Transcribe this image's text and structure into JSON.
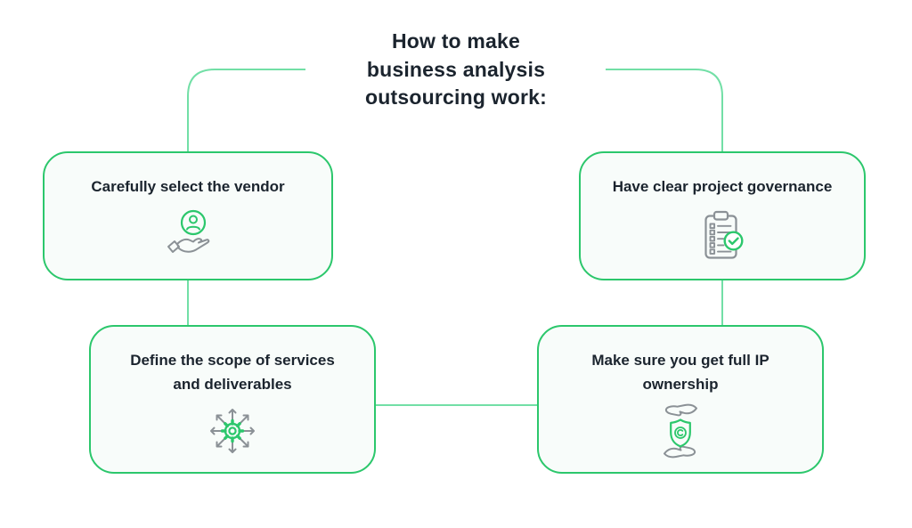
{
  "title": {
    "full": "How to make business analysis outsourcing work:",
    "lines": [
      "How to make",
      "business analysis",
      "outsourcing work:"
    ]
  },
  "colors": {
    "accent_green": "#2cc76c",
    "connector_green": "#72dfa6",
    "icon_gray": "#8b9196",
    "text_dark": "#1b242e",
    "box_bg": "#f8fcfa",
    "canvas_bg": "#ffffff"
  },
  "boxes": [
    {
      "id": "select-vendor",
      "label": "Carefully select the vendor",
      "lines": [
        "Carefully select the vendor"
      ],
      "icon": "hand-offering-user-icon"
    },
    {
      "id": "project-governance",
      "label": "Have clear project governance",
      "lines": [
        "Have clear project governance"
      ],
      "icon": "clipboard-checklist-icon"
    },
    {
      "id": "scope-services",
      "label": "Define the scope of services and deliverables",
      "lines": [
        "Define the scope of services",
        "and deliverables"
      ],
      "icon": "gear-expand-arrows-icon"
    },
    {
      "id": "ip-ownership",
      "label": "Make sure you get full IP ownership",
      "lines": [
        "Make sure you get full IP",
        "ownership"
      ],
      "icon": "shield-copyright-hands-icon"
    }
  ]
}
